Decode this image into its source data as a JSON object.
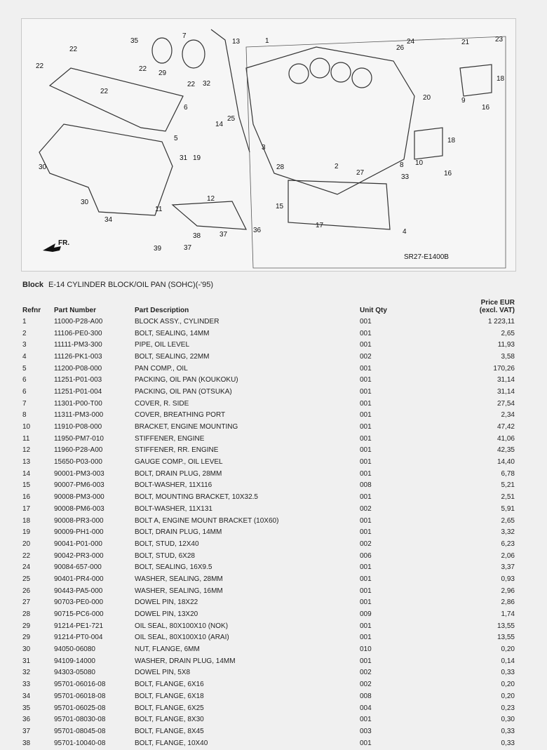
{
  "diagram": {
    "code": "SR27-E1400B",
    "direction_label": "FR.",
    "callouts": [
      "22",
      "22",
      "35",
      "7",
      "29",
      "22",
      "22",
      "22",
      "32",
      "13",
      "1",
      "6",
      "25",
      "14",
      "5",
      "31",
      "19",
      "3",
      "30",
      "30",
      "34",
      "11",
      "12",
      "38",
      "37",
      "36",
      "39",
      "37",
      "26",
      "24",
      "21",
      "23",
      "18",
      "9",
      "16",
      "20",
      "18",
      "10",
      "16",
      "28",
      "2",
      "27",
      "8",
      "33",
      "15",
      "17",
      "4"
    ]
  },
  "block": {
    "label": "Block",
    "title": "E-14 CYLINDER BLOCK/OIL PAN (SOHC)(-'95)"
  },
  "table": {
    "headers": {
      "refnr": "Refnr",
      "part_number": "Part Number",
      "description": "Part Description",
      "unit_qty": "Unit Qty",
      "price_line1": "Price EUR",
      "price_line2": "(excl. VAT)"
    },
    "rows": [
      [
        "1",
        "11000-P28-A00",
        "BLOCK ASSY., CYLINDER",
        "001",
        "1 223,11"
      ],
      [
        "2",
        "11106-PE0-300",
        "BOLT, SEALING, 14MM",
        "001",
        "2,65"
      ],
      [
        "3",
        "11111-PM3-300",
        "PIPE, OIL LEVEL",
        "001",
        "11,93"
      ],
      [
        "4",
        "11126-PK1-003",
        "BOLT, SEALING, 22MM",
        "002",
        "3,58"
      ],
      [
        "5",
        "11200-P08-000",
        "PAN COMP., OIL",
        "001",
        "170,26"
      ],
      [
        "6",
        "11251-P01-003",
        "PACKING, OIL PAN (KOUKOKU)",
        "001",
        "31,14"
      ],
      [
        "6",
        "11251-P01-004",
        "PACKING, OIL PAN (OTSUKA)",
        "001",
        "31,14"
      ],
      [
        "7",
        "11301-P00-T00",
        "COVER, R. SIDE",
        "001",
        "27,54"
      ],
      [
        "8",
        "11311-PM3-000",
        "COVER, BREATHING PORT",
        "001",
        "2,34"
      ],
      [
        "10",
        "11910-P08-000",
        "BRACKET, ENGINE MOUNTING",
        "001",
        "47,42"
      ],
      [
        "11",
        "11950-PM7-010",
        "STIFFENER, ENGINE",
        "001",
        "41,06"
      ],
      [
        "12",
        "11960-P28-A00",
        "STIFFENER, RR. ENGINE",
        "001",
        "42,35"
      ],
      [
        "13",
        "15650-P03-000",
        "GAUGE COMP., OIL LEVEL",
        "001",
        "14,40"
      ],
      [
        "14",
        "90001-PM3-003",
        "BOLT, DRAIN PLUG, 28MM",
        "001",
        "6,78"
      ],
      [
        "15",
        "90007-PM6-003",
        "BOLT-WASHER, 11X116",
        "008",
        "5,21"
      ],
      [
        "16",
        "90008-PM3-000",
        "BOLT, MOUNTING BRACKET, 10X32.5",
        "001",
        "2,51"
      ],
      [
        "17",
        "90008-PM6-003",
        "BOLT-WASHER, 11X131",
        "002",
        "5,91"
      ],
      [
        "18",
        "90008-PR3-000",
        "BOLT A, ENGINE MOUNT BRACKET (10X60)",
        "001",
        "2,65"
      ],
      [
        "19",
        "90009-PH1-000",
        "BOLT, DRAIN PLUG, 14MM",
        "001",
        "3,32"
      ],
      [
        "20",
        "90041-P01-000",
        "BOLT, STUD, 12X40",
        "002",
        "6,23"
      ],
      [
        "22",
        "90042-PR3-000",
        "BOLT, STUD, 6X28",
        "006",
        "2,06"
      ],
      [
        "24",
        "90084-657-000",
        "BOLT, SEALING, 16X9.5",
        "001",
        "3,37"
      ],
      [
        "25",
        "90401-PR4-000",
        "WASHER, SEALING, 28MM",
        "001",
        "0,93"
      ],
      [
        "26",
        "90443-PA5-000",
        "WASHER, SEALING, 16MM",
        "001",
        "2,96"
      ],
      [
        "27",
        "90703-PE0-000",
        "DOWEL PIN, 18X22",
        "001",
        "2,86"
      ],
      [
        "28",
        "90715-PC6-000",
        "DOWEL PIN, 13X20",
        "009",
        "1,74"
      ],
      [
        "29",
        "91214-PE1-721",
        "OIL SEAL, 80X100X10 (NOK)",
        "001",
        "13,55"
      ],
      [
        "29",
        "91214-PT0-004",
        "OIL SEAL, 80X100X10 (ARAI)",
        "001",
        "13,55"
      ],
      [
        "30",
        "94050-06080",
        "NUT, FLANGE, 6MM",
        "010",
        "0,20"
      ],
      [
        "31",
        "94109-14000",
        "WASHER, DRAIN PLUG, 14MM",
        "001",
        "0,14"
      ],
      [
        "32",
        "94303-05080",
        "DOWEL PIN, 5X8",
        "002",
        "0,33"
      ],
      [
        "33",
        "95701-06016-08",
        "BOLT, FLANGE, 6X16",
        "002",
        "0,20"
      ],
      [
        "34",
        "95701-06018-08",
        "BOLT, FLANGE, 6X18",
        "008",
        "0,20"
      ],
      [
        "35",
        "95701-06025-08",
        "BOLT, FLANGE, 6X25",
        "004",
        "0,23"
      ],
      [
        "36",
        "95701-08030-08",
        "BOLT, FLANGE, 8X30",
        "001",
        "0,30"
      ],
      [
        "37",
        "95701-08045-08",
        "BOLT, FLANGE, 8X45",
        "003",
        "0,33"
      ],
      [
        "38",
        "95701-10040-08",
        "BOLT, FLANGE, 10X40",
        "001",
        "0,33"
      ]
    ]
  }
}
